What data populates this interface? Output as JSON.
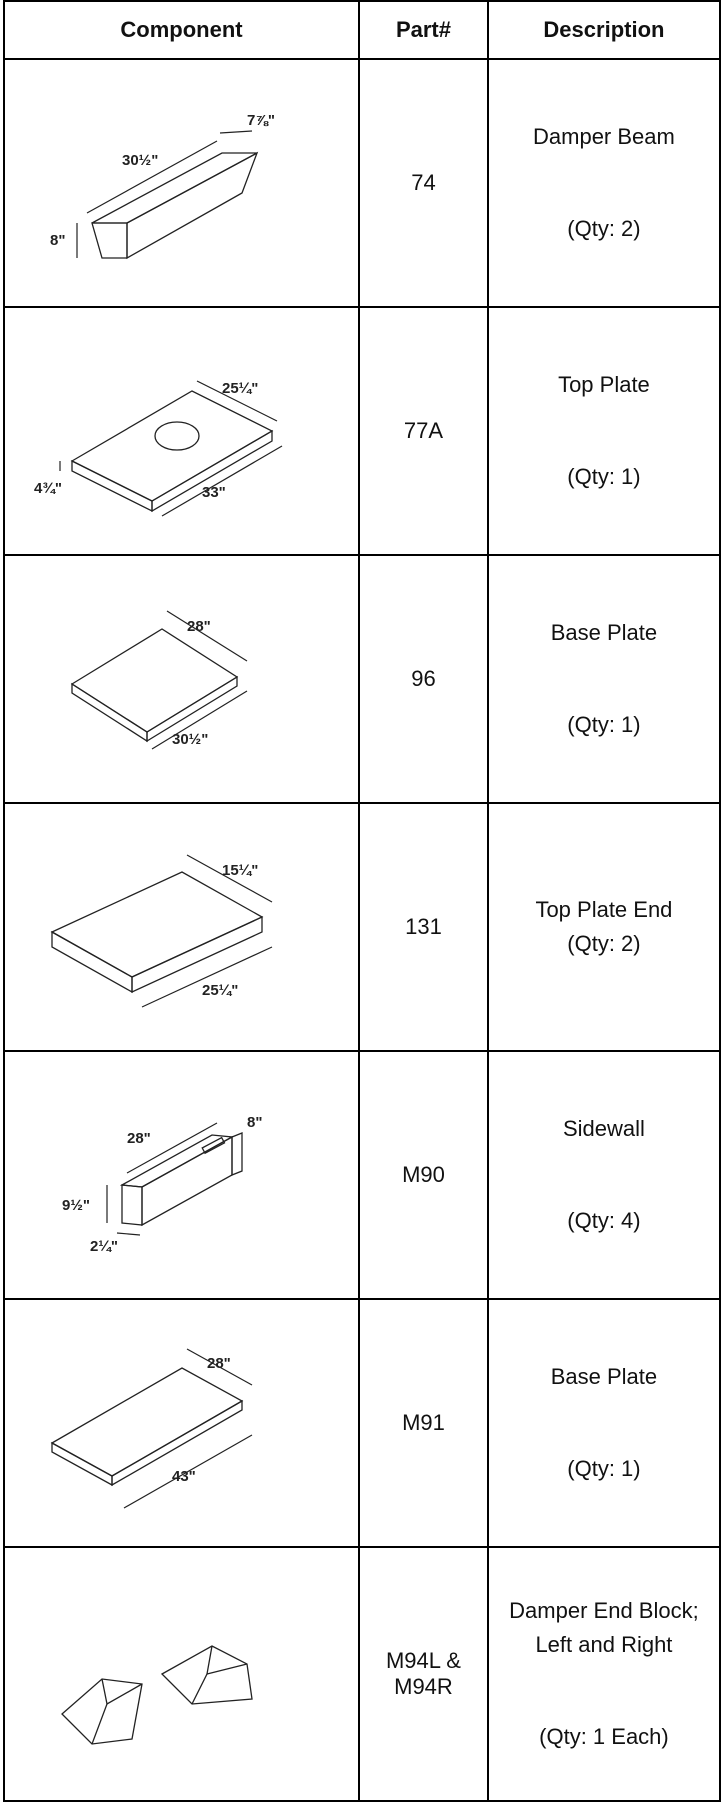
{
  "headers": {
    "component": "Component",
    "part": "Part#",
    "description": "Description"
  },
  "rows": [
    {
      "part": "74",
      "name": "Damper Beam",
      "qty": "(Qty: 2)",
      "dims": {
        "a": "30½\"",
        "b": "7⅞\"",
        "c": "8\""
      }
    },
    {
      "part": "77A",
      "name": "Top Plate",
      "qty": "(Qty: 1)",
      "dims": {
        "a": "25¼\"",
        "b": "33\"",
        "c": "4¾\""
      }
    },
    {
      "part": "96",
      "name": "Base Plate",
      "qty": "(Qty: 1)",
      "dims": {
        "a": "28\"",
        "b": "30½\""
      }
    },
    {
      "part": "131",
      "name": "Top Plate End",
      "qty": "(Qty: 2)",
      "dims": {
        "a": "15¼\"",
        "b": "25¼\""
      }
    },
    {
      "part": "M90",
      "name": "Sidewall",
      "qty": "(Qty: 4)",
      "dims": {
        "a": "28\"",
        "b": "8\"",
        "c": "9½\"",
        "d": "2¼\""
      }
    },
    {
      "part": "M91",
      "name": "Base Plate",
      "qty": "(Qty: 1)",
      "dims": {
        "a": "28\"",
        "b": "43\""
      }
    },
    {
      "part": "M94L & M94R",
      "name": "Damper End Block; Left and Right",
      "qty": "(Qty: 1 Each)"
    }
  ]
}
